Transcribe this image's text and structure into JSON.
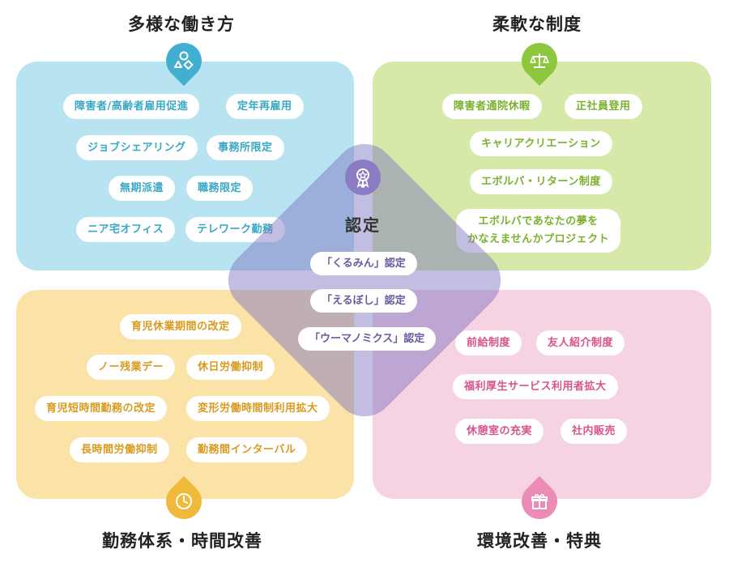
{
  "quadrants": {
    "diverse_work": {
      "title": "多様な働き方",
      "color": "#b8e3f0",
      "accent": "#42afd0",
      "icon": "shapes-icon",
      "items": [
        "障害者/高齢者雇用促進",
        "定年再雇用",
        "ジョブシェアリング",
        "事務所限定",
        "無期派遣",
        "職務限定",
        "ニア宅オフィス",
        "テレワーク勤務"
      ]
    },
    "flexible_system": {
      "title": "柔軟な制度",
      "color": "#d6e9a8",
      "accent": "#8dc63f",
      "icon": "scales-icon",
      "items": [
        "障害者通院休暇",
        "正社員登用",
        "キャリアクリエーション",
        "エボルバ・リターン制度",
        "エボルバであなたの夢を\nかなえませんかプロジェクト"
      ]
    },
    "work_hours": {
      "title": "勤務体系・時間改善",
      "color": "#fbe3a8",
      "accent": "#f0b93a",
      "icon": "clock-icon",
      "items": [
        "育児休業期間の改定",
        "ノー残業デー",
        "休日労働抑制",
        "育児短時間勤務の改定",
        "変形労働時間制利用拡大",
        "長時間労働抑制",
        "勤務間インターバル"
      ]
    },
    "environment": {
      "title": "環境改善・特典",
      "color": "#f6d3e3",
      "accent": "#ec8bb6",
      "icon": "gift-icon",
      "items": [
        "前給制度",
        "友人紹介制度",
        "福利厚生サービス利用者拡大",
        "休憩室の充実",
        "社内販売"
      ]
    }
  },
  "center": {
    "label": "認定",
    "icon": "award-icon",
    "color": "#8a7bc4",
    "items": [
      "「くるみん」認定",
      "「えるぼし」認定",
      "「ウーマノミクス」認定"
    ]
  }
}
